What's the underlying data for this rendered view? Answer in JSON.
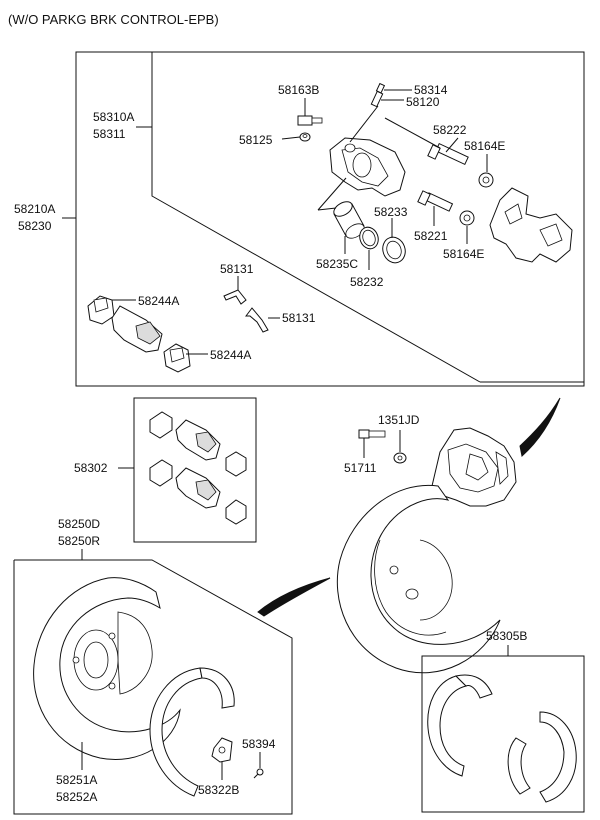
{
  "title": "(W/O PARKG BRK CONTROL-EPB)",
  "labels": {
    "p58310A": "58310A",
    "p58311": "58311",
    "p58210A": "58210A",
    "p58230": "58230",
    "p58163B": "58163B",
    "p58314": "58314",
    "p58120": "58120",
    "p58125": "58125",
    "p58222": "58222",
    "p58164E_top": "58164E",
    "p58233": "58233",
    "p58221": "58221",
    "p58164E_bottom": "58164E",
    "p58235C": "58235C",
    "p58232": "58232",
    "p58131_top": "58131",
    "p58131_bottom": "58131",
    "p58244A_top": "58244A",
    "p58244A_bottom": "58244A",
    "p58302": "58302",
    "p1351JD": "1351JD",
    "p51711": "51711",
    "p58250D": "58250D",
    "p58250R": "58250R",
    "p58251A": "58251A",
    "p58252A": "58252A",
    "p58394": "58394",
    "p58322B": "58322B",
    "p58305B": "58305B"
  }
}
